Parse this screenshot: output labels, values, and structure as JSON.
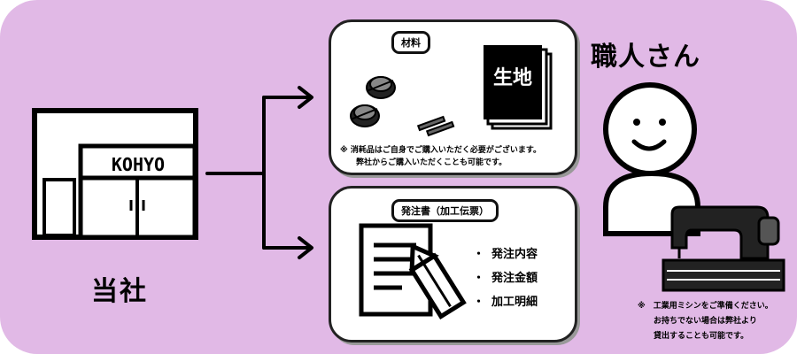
{
  "company": {
    "sign_text": "KOHYO",
    "label": "当社"
  },
  "materials_card": {
    "tag": "材料",
    "cloth_label": "生地",
    "note_line1": "※ 消耗品はご自身でご購入いただく必要がございます。",
    "note_line2": "弊社からご購入いただくことも可能です。"
  },
  "order_card": {
    "tag": "発注書（加工伝票）",
    "items": [
      "発注内容",
      "発注金額",
      "加工明細"
    ]
  },
  "craftsman": {
    "title": "職人さん",
    "note_line1": "※　工業用ミシンをご準備ください。",
    "note_line2": "お持ちでない場合は弊社より",
    "note_line3": "貸出することも可能です。"
  },
  "colors": {
    "background": "#e1b9e6",
    "card": "#ffffff",
    "ink": "#000000"
  },
  "icons": [
    "building-icon",
    "thread-spool-icon",
    "sewing-needle-icon",
    "fabric-stack-icon",
    "document-pencil-icon",
    "person-icon",
    "sewing-machine-icon",
    "arrow-icon"
  ]
}
